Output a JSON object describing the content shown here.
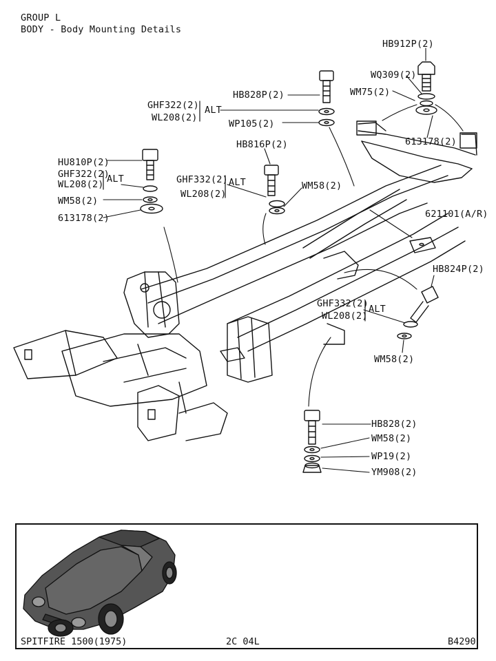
{
  "header": {
    "group": "GROUP L",
    "title": "BODY - Body Mounting Details"
  },
  "labels": {
    "hb912p": "HB912P(2)",
    "wq309": "WQ309(2)",
    "wm75": "WM75(2)",
    "p613178_right": "613178(2)",
    "hb828p": "HB828P(2)",
    "ghf322_top": "GHF322(2)",
    "wl208_top": "WL208(2)",
    "alt_top": "ALT",
    "wp105": "WP105(2)",
    "hb816p": "HB816P(2)",
    "hu810p": "HU810P(2)",
    "ghf322_left": "GHF322(2)",
    "wl208_left": "WL208(2)",
    "alt_left": "ALT",
    "wm58_left": "WM58(2)",
    "p613178_left": "613178(2)",
    "ghf332_mid": "GHF332(2)",
    "wl208_mid": "WL208(2)",
    "alt_mid": "ALT",
    "wm58_mid": "WM58(2)",
    "p621101": "621101(A/R)",
    "hb824p": "HB824P(2)",
    "ghf332_right": "GHF332(2)",
    "wl208_right": "WL208(2)",
    "alt_right": "ALT",
    "wm58_right": "WM58(2)",
    "hb828": "HB828(2)",
    "wm58_bottom": "WM58(2)",
    "wp19": "WP19(2)",
    "ym908": "YM908(2)"
  },
  "footer": {
    "model": "SPITFIRE 1500(1975)",
    "page": "2C 04L",
    "ref": "B4290"
  },
  "colors": {
    "ink": "#111111",
    "car_fill": "#555555",
    "paper": "#ffffff"
  }
}
